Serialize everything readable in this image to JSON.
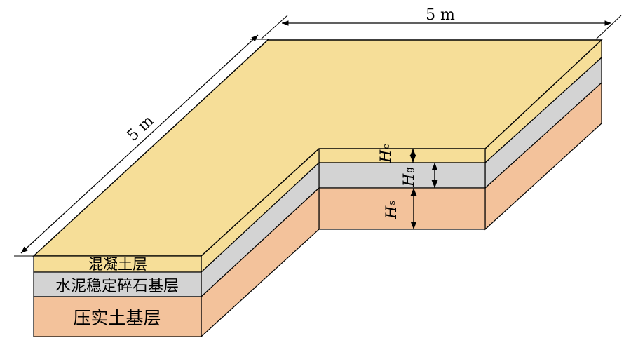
{
  "dimensions": {
    "top_width": "5 m",
    "side_length": "5 m"
  },
  "layers": {
    "concrete": "混凝土层",
    "cement_base": "水泥稳定碎石基层",
    "soil_base": "压实土基层"
  },
  "thickness_labels": {
    "concrete": {
      "symbol": "H",
      "subscript": "c"
    },
    "cement_base": {
      "symbol": "H",
      "subscript": "g"
    },
    "soil_base": {
      "symbol": "H",
      "subscript": "s"
    }
  },
  "colors": {
    "concrete": "#f6de98",
    "cement_base": "#d3d3d3",
    "soil_base": "#f3c29b",
    "outline": "#000000"
  }
}
